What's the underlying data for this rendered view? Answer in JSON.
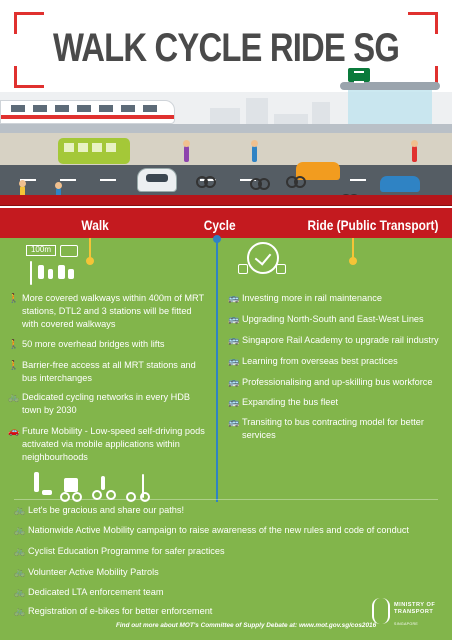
{
  "title": "WALK CYCLE RIDE SG",
  "header_scene": {
    "walk_sign": "100m"
  },
  "modes": {
    "walk": "Walk",
    "cycle": "Cycle",
    "ride": "Ride (Public Transport)"
  },
  "colors": {
    "red": "#c41a1f",
    "green": "#82b54b",
    "connector_walk": "#f5c437",
    "connector_cycle": "#2f83c4",
    "connector_ride": "#f5c437"
  },
  "walk_cycle_items": [
    {
      "icon": "pedestrian-icon",
      "glyph": "🚶",
      "text": "More covered walkways within 400m of MRT stations, DTL2 and 3 stations will be fitted with covered walkways"
    },
    {
      "icon": "pedestrian-icon",
      "glyph": "🚶",
      "text": "50 more overhead bridges with lifts"
    },
    {
      "icon": "pedestrian-icon",
      "glyph": "🚶",
      "text": "Barrier-free access at all MRT stations and bus interchanges"
    },
    {
      "icon": "bicycle-icon",
      "glyph": "🚲",
      "text": "Dedicated cycling networks in every HDB town by 2030"
    },
    {
      "icon": "pod-vehicle-icon",
      "glyph": "🚗",
      "text": "Future Mobility - Low-speed self-driving pods activated via mobile applications within neighbourhoods"
    }
  ],
  "ride_items": [
    {
      "icon": "bus-icon",
      "glyph": "🚌",
      "text": "Investing more in rail maintenance"
    },
    {
      "icon": "bus-icon",
      "glyph": "🚌",
      "text": "Upgrading North-South and East-West Lines"
    },
    {
      "icon": "bus-icon",
      "glyph": "🚌",
      "text": "Singapore Rail Academy to upgrade rail industry"
    },
    {
      "icon": "bus-icon",
      "glyph": "🚌",
      "text": "Learning from overseas best practices"
    },
    {
      "icon": "bus-icon",
      "glyph": "🚌",
      "text": "Professionalising and up-skilling bus workforce"
    },
    {
      "icon": "bus-icon",
      "glyph": "🚌",
      "text": "Expanding the bus fleet"
    },
    {
      "icon": "bus-icon",
      "glyph": "🚌",
      "text": "Transiting to bus contracting model for better services"
    }
  ],
  "bottom_items": [
    {
      "icon": "bicycle-icon",
      "glyph": "🚲",
      "text": "Let's be gracious and share our paths!"
    },
    {
      "icon": "bicycle-icon",
      "glyph": "🚲",
      "text": "Nationwide Active Mobility campaign to raise awareness of the new rules and code of conduct"
    },
    {
      "icon": "bicycle-icon",
      "glyph": "🚲",
      "text": "Cyclist Education Programme for safer practices"
    },
    {
      "icon": "bicycle-icon",
      "glyph": "🚲",
      "text": "Volunteer Active Mobility Patrols"
    },
    {
      "icon": "bicycle-icon",
      "glyph": "🚲",
      "text": "Dedicated LTA enforcement team"
    },
    {
      "icon": "bicycle-icon",
      "glyph": "🚲",
      "text": "Registration of e-bikes for better enforcement"
    }
  ],
  "footer": {
    "note": "Find out more about MOT's Committee of Supply Debate at: www.mot.gov.sg/cos2016",
    "logo_line1": "MINISTRY OF",
    "logo_line2": "TRANSPORT",
    "logo_sub": "SINGAPORE"
  }
}
